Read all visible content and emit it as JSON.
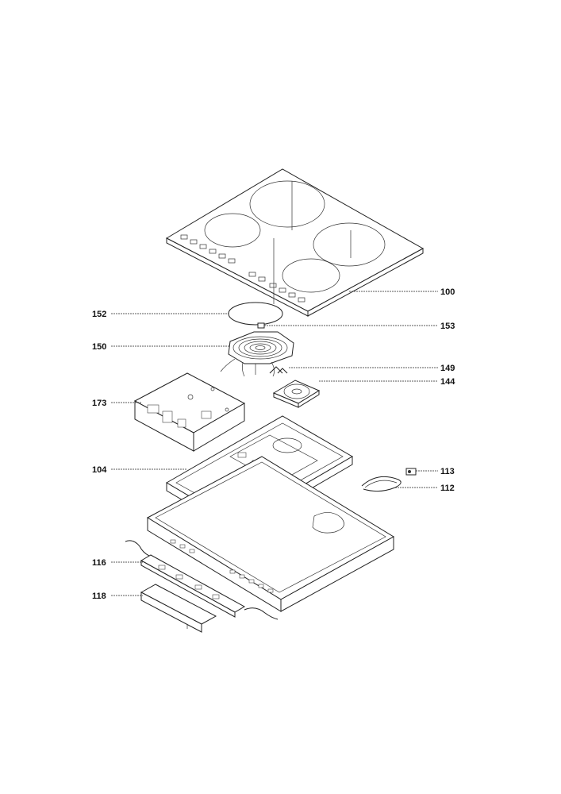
{
  "diagram": {
    "callouts": [
      {
        "id": "100",
        "label": "100"
      },
      {
        "id": "152",
        "label": "152"
      },
      {
        "id": "153",
        "label": "153"
      },
      {
        "id": "150",
        "label": "150"
      },
      {
        "id": "149",
        "label": "149"
      },
      {
        "id": "144",
        "label": "144"
      },
      {
        "id": "173",
        "label": "173"
      },
      {
        "id": "104",
        "label": "104"
      },
      {
        "id": "113",
        "label": "113"
      },
      {
        "id": "112",
        "label": "112"
      },
      {
        "id": "116",
        "label": "116"
      },
      {
        "id": "118",
        "label": "118"
      }
    ]
  }
}
